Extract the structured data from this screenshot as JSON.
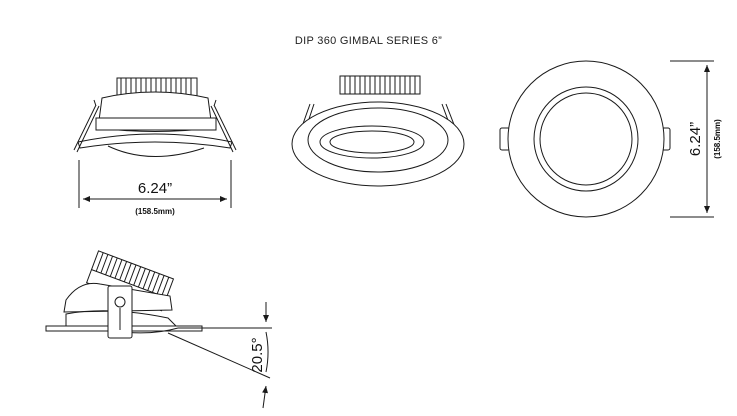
{
  "title": "DIP 360 GIMBAL SERIES 6”",
  "dimensions": {
    "diameter_in": "6.24”",
    "diameter_mm": "(158.5mm)",
    "tilt_angle": "20.5°"
  },
  "colors": {
    "line": "#1a1a1a",
    "fill": "#ffffff"
  }
}
